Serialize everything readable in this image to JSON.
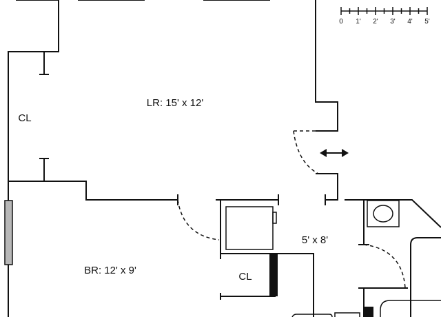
{
  "rooms": {
    "living_room": "LR: 15' x 12'",
    "bedroom": "BR: 12' x 9'",
    "closet_left": "CL",
    "closet_middle": "CL",
    "hall": "5' x 8'"
  },
  "scale": {
    "ticks": [
      "0",
      "1'",
      "2'",
      "3'",
      "4'",
      "5'"
    ]
  },
  "colors": {
    "line": "#111111",
    "window_fill": "#b8b8b8",
    "background": "#ffffff"
  }
}
